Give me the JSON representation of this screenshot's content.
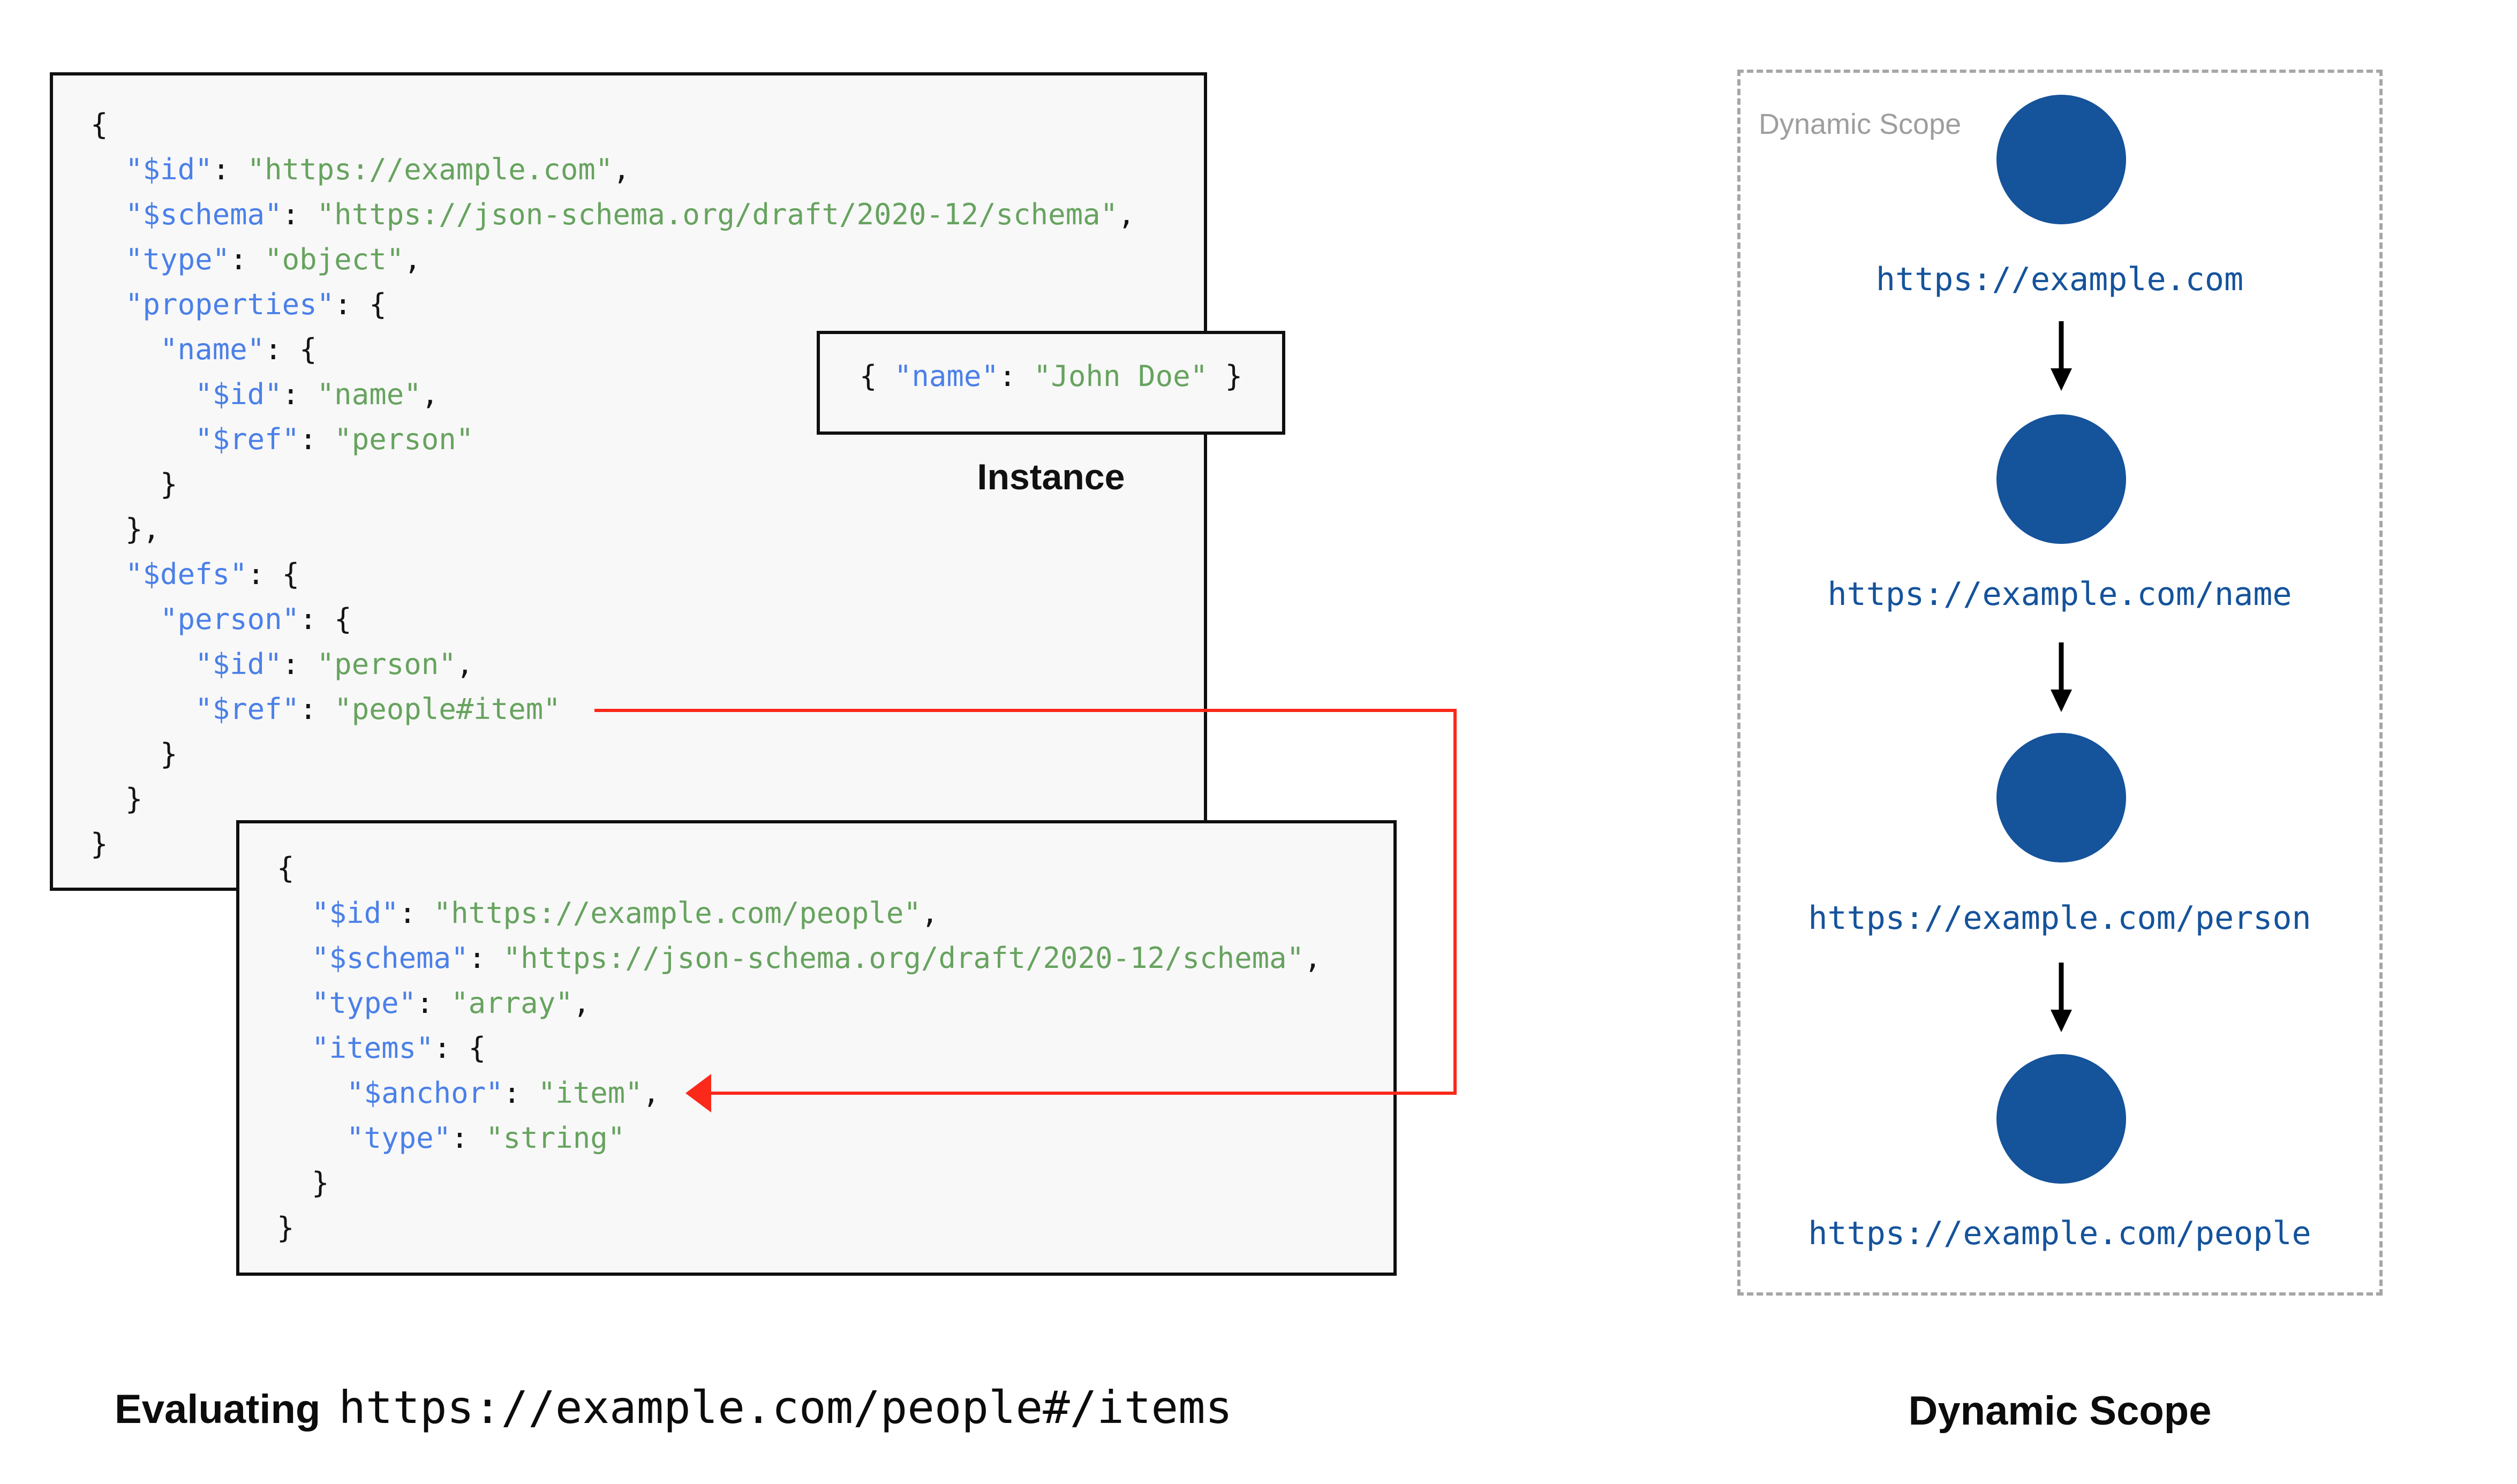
{
  "colors": {
    "key": "#4b80e8",
    "str": "#67a35f",
    "punct": "#141414",
    "red": "#fa291a",
    "node": "#15539b",
    "gray": "#9e9e9e",
    "dash": "#a6a6a6",
    "box_bg": "#f8f8f8",
    "border": "#0f0f0f"
  },
  "schema1": {
    "lines": [
      [
        [
          "p",
          "{"
        ]
      ],
      [
        [
          "p",
          "  "
        ],
        [
          "k",
          "\"$id\""
        ],
        [
          "p",
          ": "
        ],
        [
          "s",
          "\"https://example.com\""
        ],
        [
          "p",
          ","
        ]
      ],
      [
        [
          "p",
          "  "
        ],
        [
          "k",
          "\"$schema\""
        ],
        [
          "p",
          ": "
        ],
        [
          "s",
          "\"https://json-schema.org/draft/2020-12/schema\""
        ],
        [
          "p",
          ","
        ]
      ],
      [
        [
          "p",
          "  "
        ],
        [
          "k",
          "\"type\""
        ],
        [
          "p",
          ": "
        ],
        [
          "s",
          "\"object\""
        ],
        [
          "p",
          ","
        ]
      ],
      [
        [
          "p",
          "  "
        ],
        [
          "k",
          "\"properties\""
        ],
        [
          "p",
          ": {"
        ]
      ],
      [
        [
          "p",
          "    "
        ],
        [
          "k",
          "\"name\""
        ],
        [
          "p",
          ": {"
        ]
      ],
      [
        [
          "p",
          "      "
        ],
        [
          "k",
          "\"$id\""
        ],
        [
          "p",
          ": "
        ],
        [
          "s",
          "\"name\""
        ],
        [
          "p",
          ","
        ]
      ],
      [
        [
          "p",
          "      "
        ],
        [
          "k",
          "\"$ref\""
        ],
        [
          "p",
          ": "
        ],
        [
          "s",
          "\"person\""
        ]
      ],
      [
        [
          "p",
          "    }"
        ]
      ],
      [
        [
          "p",
          "  },"
        ]
      ],
      [
        [
          "p",
          "  "
        ],
        [
          "k",
          "\"$defs\""
        ],
        [
          "p",
          ": {"
        ]
      ],
      [
        [
          "p",
          "    "
        ],
        [
          "k",
          "\"person\""
        ],
        [
          "p",
          ": {"
        ]
      ],
      [
        [
          "p",
          "      "
        ],
        [
          "k",
          "\"$id\""
        ],
        [
          "p",
          ": "
        ],
        [
          "s",
          "\"person\""
        ],
        [
          "p",
          ","
        ]
      ],
      [
        [
          "p",
          "      "
        ],
        [
          "k",
          "\"$ref\""
        ],
        [
          "p",
          ": "
        ],
        [
          "s",
          "\"people#item\""
        ]
      ],
      [
        [
          "p",
          "    }"
        ]
      ],
      [
        [
          "p",
          "  }"
        ]
      ],
      [
        [
          "p",
          "}"
        ]
      ]
    ]
  },
  "schema2": {
    "lines": [
      [
        [
          "p",
          "{"
        ]
      ],
      [
        [
          "p",
          "  "
        ],
        [
          "k",
          "\"$id\""
        ],
        [
          "p",
          ": "
        ],
        [
          "s",
          "\"https://example.com/people\""
        ],
        [
          "p",
          ","
        ]
      ],
      [
        [
          "p",
          "  "
        ],
        [
          "k",
          "\"$schema\""
        ],
        [
          "p",
          ": "
        ],
        [
          "s",
          "\"https://json-schema.org/draft/2020-12/schema\""
        ],
        [
          "p",
          ","
        ]
      ],
      [
        [
          "p",
          "  "
        ],
        [
          "k",
          "\"type\""
        ],
        [
          "p",
          ": "
        ],
        [
          "s",
          "\"array\""
        ],
        [
          "p",
          ","
        ]
      ],
      [
        [
          "p",
          "  "
        ],
        [
          "k",
          "\"items\""
        ],
        [
          "p",
          ": {"
        ]
      ],
      [
        [
          "p",
          "    "
        ],
        [
          "k",
          "\"$anchor\""
        ],
        [
          "p",
          ": "
        ],
        [
          "s",
          "\"item\""
        ],
        [
          "p",
          ","
        ]
      ],
      [
        [
          "p",
          "    "
        ],
        [
          "k",
          "\"type\""
        ],
        [
          "p",
          ": "
        ],
        [
          "s",
          "\"string\""
        ]
      ],
      [
        [
          "p",
          "  }"
        ]
      ],
      [
        [
          "p",
          "}"
        ]
      ]
    ]
  },
  "instance": {
    "code": [
      [
        [
          "p",
          "{ "
        ],
        [
          "k",
          "\"name\""
        ],
        [
          "p",
          ": "
        ],
        [
          "s",
          "\"John Doe\""
        ],
        [
          "p",
          " }"
        ]
      ]
    ],
    "label": "Instance"
  },
  "dynamic_scope": {
    "title": "Dynamic Scope",
    "nodes": [
      "https://example.com",
      "https://example.com/name",
      "https://example.com/person",
      "https://example.com/people"
    ],
    "caption": "Dynamic Scope"
  },
  "evaluating": {
    "prefix": "Evaluating",
    "uri": "https://example.com/people#/items"
  }
}
